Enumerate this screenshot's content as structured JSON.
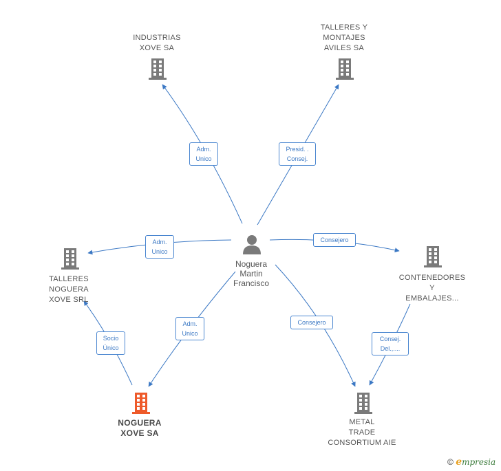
{
  "center": {
    "label": "Noguera\nMartin\nFrancisco",
    "icon": "person-icon"
  },
  "companies": {
    "industrias": {
      "label": "INDUSTRIAS\nXOVE SA",
      "icon": "building-icon"
    },
    "talleres_aviles": {
      "label": "TALLERES Y\nMONTAJES\nAVILES SA",
      "icon": "building-icon"
    },
    "talleres_noguera": {
      "label": "TALLERES\nNOGUERA\nXOVE SRL",
      "icon": "building-icon"
    },
    "contenedores": {
      "label": "CONTENEDORES\nY\nEMBALAJES...",
      "icon": "building-icon"
    },
    "noguera_xove": {
      "label": "NOGUERA\nXOVE SA",
      "icon": "building-icon"
    },
    "metal_trade": {
      "label": "METAL\nTRADE\nCONSORTIUM AIE",
      "icon": "building-icon"
    }
  },
  "relations": {
    "industrias": "Adm.\nUnico",
    "talleres_aviles": "Presid. .\nConsej.",
    "talleres_noguera": "Adm.\nUnico",
    "contenedores": "Consejero",
    "noguera_xove": "Adm.\nUnico",
    "metal_trade": "Consejero",
    "noguera_to_talleres": "Socio\nÚnico",
    "contenedores_to_metal": "Consej.\nDel.,...."
  },
  "colors": {
    "edge": "#3b78c4",
    "building": "#7a7a7a",
    "highlight": "#ee5a2a",
    "person": "#7a7a7a"
  },
  "footer": {
    "copyright": "©",
    "brand_initial": "e",
    "brand_rest": "mpresia"
  }
}
